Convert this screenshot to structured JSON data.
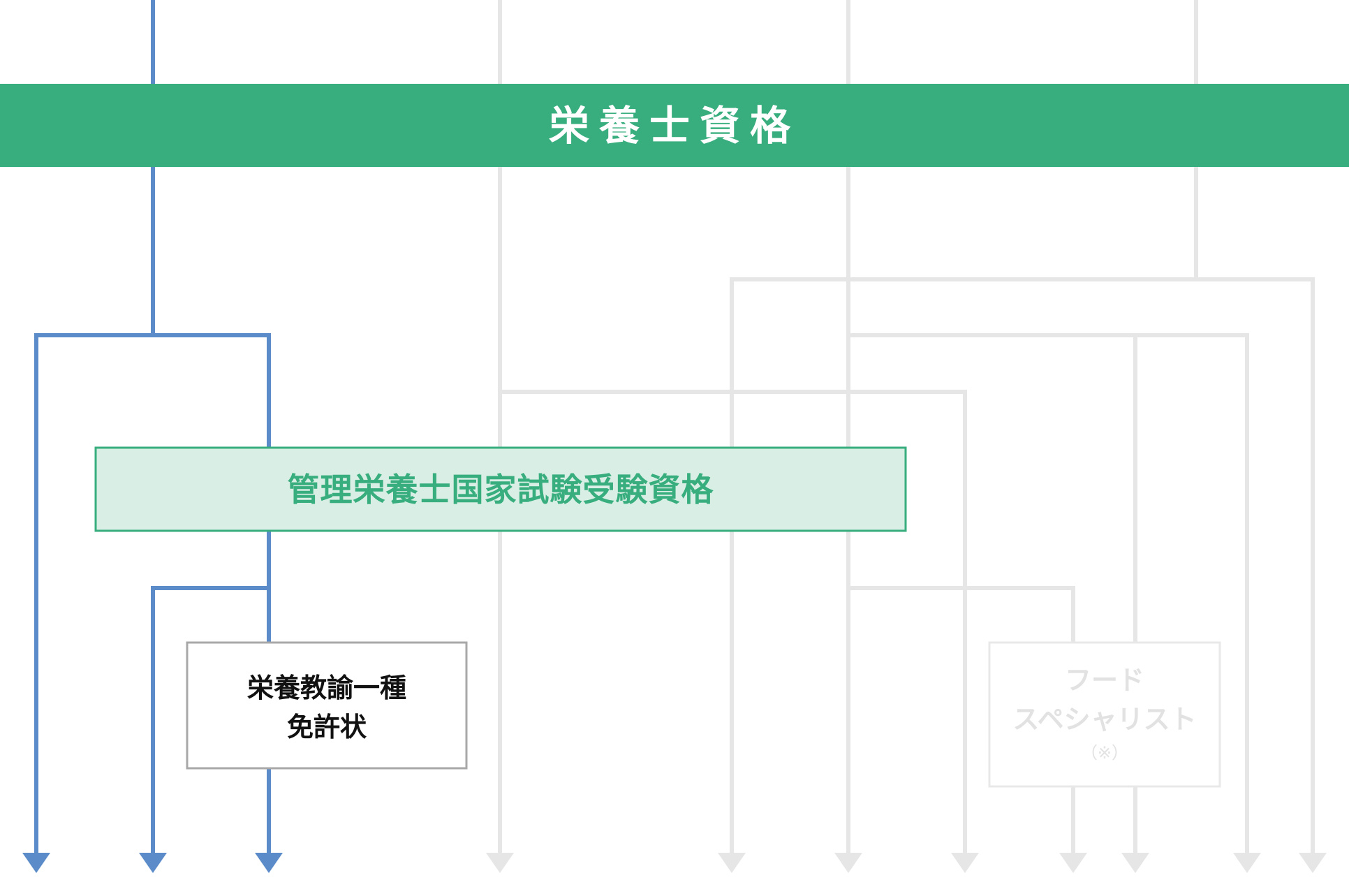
{
  "banner": {
    "label": "栄養士資格",
    "color": "#38ad7d",
    "text_color": "#ffffff"
  },
  "exam_box": {
    "label": "管理栄養士国家試験受験資格",
    "fill": "#d9efe5",
    "border": "#38ad7d",
    "text_color": "#38ad7d"
  },
  "teacher_box": {
    "line1": "栄養教諭一種",
    "line2": "免許状",
    "border": "#a8a8a8",
    "text_color": "#111111"
  },
  "food_box": {
    "line1": "フード",
    "line2": "スペシャリスト",
    "note": "（※）",
    "border": "#e8e8e8",
    "text_color": "#e2e2e2"
  },
  "colors": {
    "active_line": "#5b8bc8",
    "inactive_line": "#e6e6e6",
    "background": "#ffffff"
  }
}
